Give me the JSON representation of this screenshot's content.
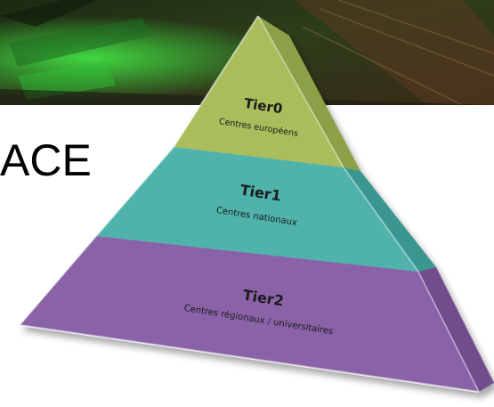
{
  "partial_heading": "ACE",
  "pyramid": {
    "tiers": [
      {
        "title": "Tier0",
        "subtitle": "Centres européens",
        "front_color": "#a9bd5c",
        "side_color": "#8ea047"
      },
      {
        "title": "Tier1",
        "subtitle": "Centres nationaux",
        "front_color": "#4fb3ac",
        "side_color": "#3a9690"
      },
      {
        "title": "Tier2",
        "subtitle": "Centres régionaux / universitaires",
        "front_color": "#8a62a8",
        "side_color": "#714e8e"
      }
    ]
  }
}
